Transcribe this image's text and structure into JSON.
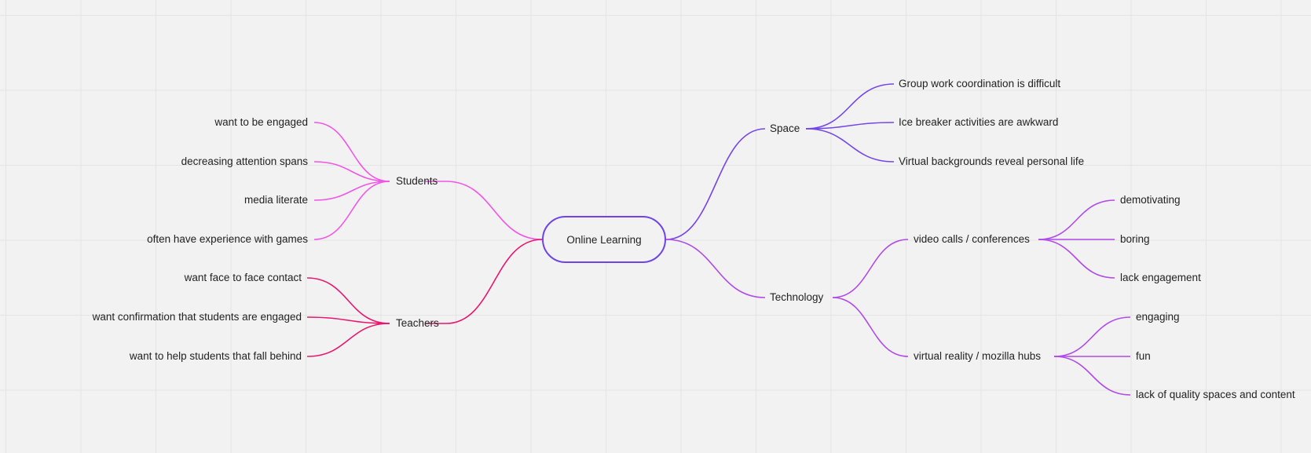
{
  "root": {
    "label": "Online Learning"
  },
  "colors": {
    "students": "#f056e6",
    "teachers": "#e8166e",
    "space": "#7446e8",
    "technology": "#b04ae8",
    "root_border": "#6f44e6"
  },
  "left": {
    "students": {
      "label": "Students",
      "children": [
        "want to be engaged",
        "decreasing attention spans",
        "media literate",
        "often have experience with games"
      ]
    },
    "teachers": {
      "label": "Teachers",
      "children": [
        "want face to face contact",
        "want confirmation that students are engaged",
        "want to help students that fall behind"
      ]
    }
  },
  "right": {
    "space": {
      "label": "Space",
      "children": [
        "Group work coordination is difficult",
        "Ice breaker activities are awkward",
        "Virtual backgrounds reveal personal life"
      ]
    },
    "technology": {
      "label": "Technology",
      "video": {
        "label": "video calls / conferences",
        "children": [
          "demotivating",
          "boring",
          "lack engagement"
        ]
      },
      "vr": {
        "label": "virtual reality / mozilla hubs",
        "children": [
          "engaging",
          "fun",
          "lack of quality spaces and content"
        ]
      }
    }
  }
}
